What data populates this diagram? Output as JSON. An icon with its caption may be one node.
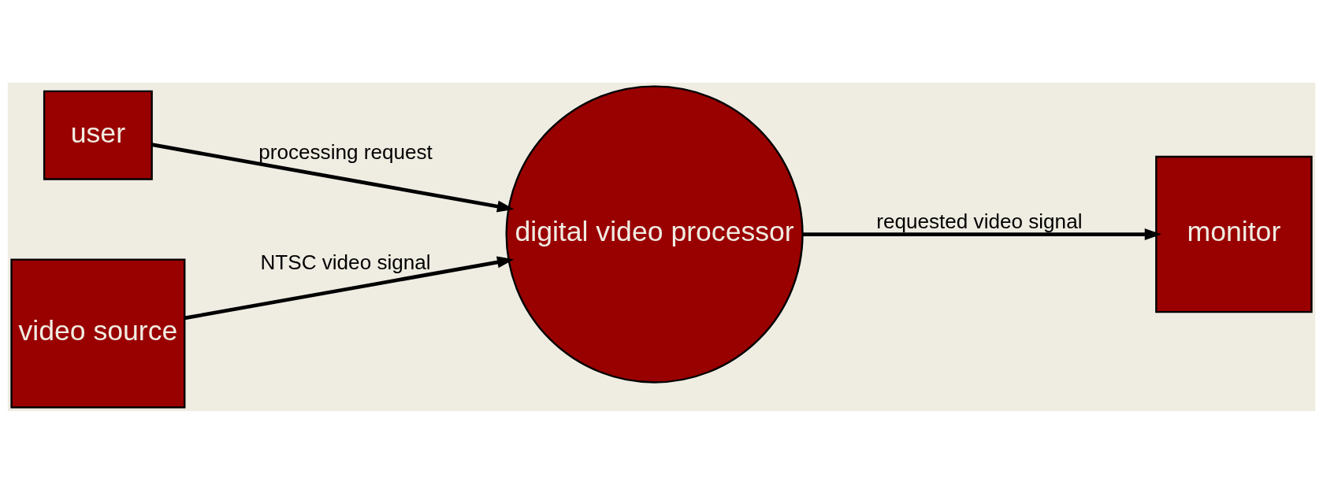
{
  "diagram": {
    "nodes": [
      {
        "text": [
          "user"
        ]
      },
      {
        "text": [
          "video source"
        ]
      },
      {
        "text": [
          "digital video processor"
        ]
      },
      {
        "text": [
          "monitor"
        ]
      }
    ],
    "edges": [
      {
        "from": 0,
        "to": 2,
        "arrow": "to",
        "label": "processing request"
      },
      {
        "from": 1,
        "to": 2,
        "arrow": "to",
        "label": "NTSC video signal"
      },
      {
        "from": 2,
        "to": 3,
        "arrow": "to",
        "label": "requested video signal"
      }
    ]
  }
}
